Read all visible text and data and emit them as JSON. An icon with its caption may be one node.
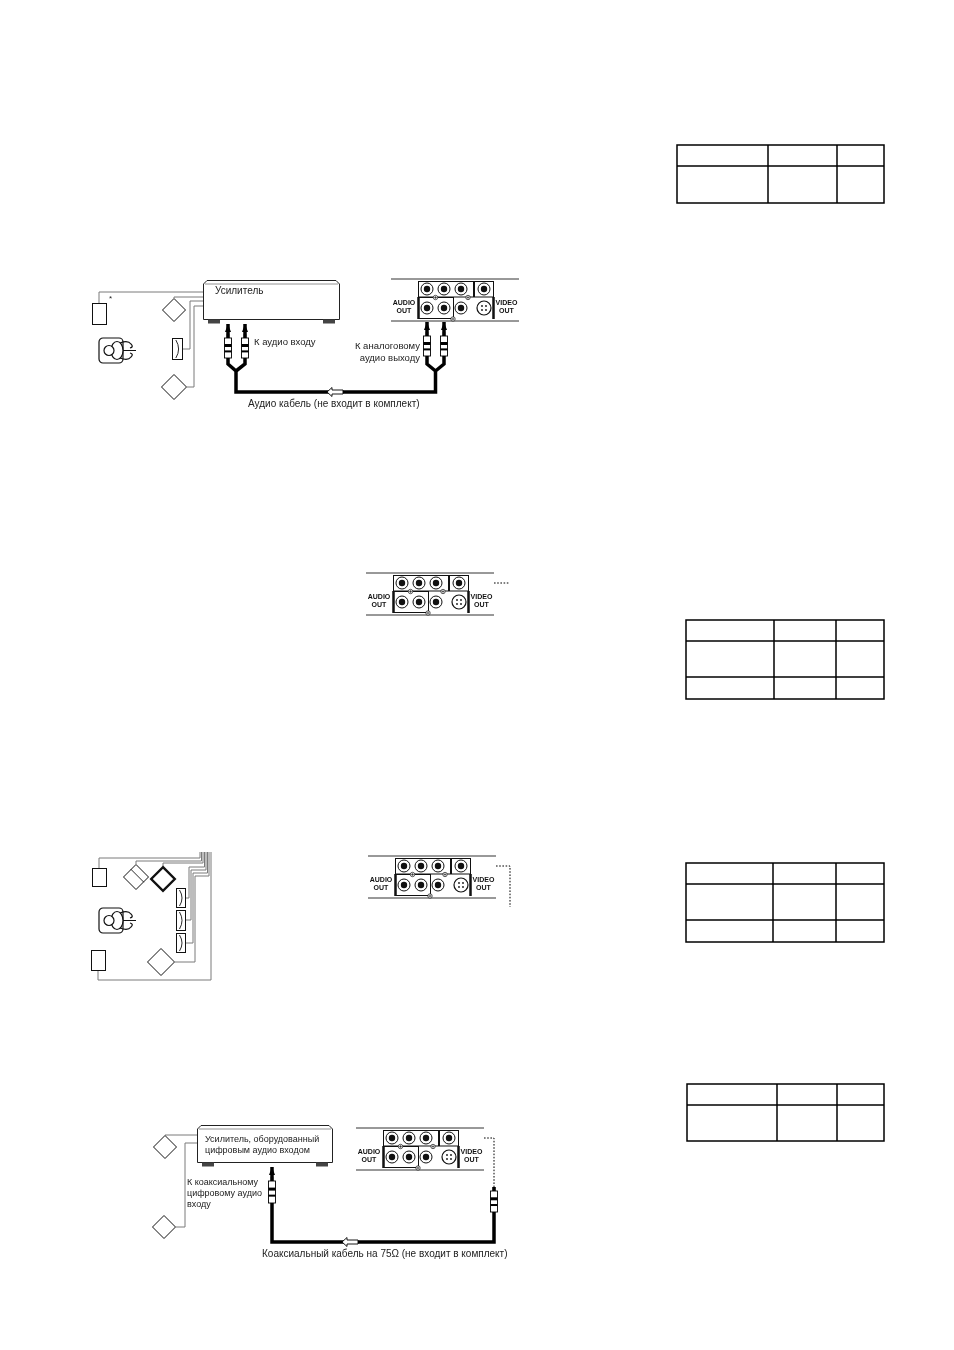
{
  "diagram": {
    "nodes": [
      {
        "text": [],
        "shape": "box",
        "beside": [
          "*"
        ]
      },
      {
        "text": [],
        "shape": "diamond"
      },
      {
        "text": [
          "Усилитель"
        ],
        "beside": [
          "К аудио входу"
        ]
      },
      {
        "text": [
          "AUDIO OUT",
          "VIDEO OUT"
        ],
        "beside": [
          "К аналоговому аудио выходу"
        ]
      },
      {
        "text": [],
        "shape": "box"
      },
      {
        "text": [],
        "shape": "diamond"
      },
      {
        "text": [
          "AUDIO OUT",
          "VIDEO OUT"
        ]
      },
      {
        "text": [],
        "shape": "box"
      },
      {
        "text": [],
        "shape": "diamond"
      },
      {
        "text": [],
        "shape": "diamond"
      },
      {
        "text": [
          "AUDIO OUT",
          "VIDEO OUT"
        ]
      },
      {
        "text": [],
        "shape": "box"
      },
      {
        "text": [],
        "shape": "box"
      },
      {
        "text": [],
        "shape": "box"
      },
      {
        "text": [],
        "shape": "box"
      },
      {
        "text": [],
        "shape": "diamond"
      },
      {
        "text": [],
        "shape": "diamond"
      },
      {
        "text": [
          "Усилитель, оборудованный цифровым аудио входом"
        ],
        "beside": [
          "К коаксиальному цифровому аудио входу"
        ]
      },
      {
        "text": [
          "AUDIO OUT",
          "VIDEO OUT"
        ]
      },
      {
        "text": [],
        "shape": "diamond"
      }
    ],
    "edges": [
      {
        "from": 2,
        "to": 0,
        "arrow": "none"
      },
      {
        "from": 2,
        "to": 1,
        "arrow": "none"
      },
      {
        "from": 2,
        "to": 4,
        "arrow": "none"
      },
      {
        "from": 2,
        "to": 5,
        "arrow": "none"
      },
      {
        "from": 3,
        "to": 2,
        "arrow": "both",
        "label": "Аудио кабель (не входит в комплект)",
        "style": "thick",
        "color": "#000000"
      },
      {
        "from": 6,
        "to": null,
        "arrow": "none",
        "style": "dashed",
        "color": "#000000"
      },
      {
        "from": 7,
        "to": null,
        "arrow": "none"
      },
      {
        "from": 8,
        "to": null,
        "arrow": "none"
      },
      {
        "from": 9,
        "to": null,
        "arrow": "none"
      },
      {
        "from": 10,
        "to": null,
        "arrow": "none",
        "style": "dashed",
        "color": "#000000"
      },
      {
        "from": 11,
        "to": null,
        "arrow": "none"
      },
      {
        "from": 12,
        "to": null,
        "arrow": "none"
      },
      {
        "from": 13,
        "to": null,
        "arrow": "none"
      },
      {
        "from": 14,
        "to": null,
        "arrow": "none"
      },
      {
        "from": 15,
        "to": null,
        "arrow": "none"
      },
      {
        "from": 17,
        "to": 16,
        "arrow": "none"
      },
      {
        "from": 17,
        "to": 19,
        "arrow": "none"
      },
      {
        "from": 18,
        "to": 17,
        "arrow": "to",
        "label": "Коаксиальный кабель на 75Ω (не входит в комплект)",
        "style": "thick",
        "color": "#000000"
      }
    ]
  }
}
